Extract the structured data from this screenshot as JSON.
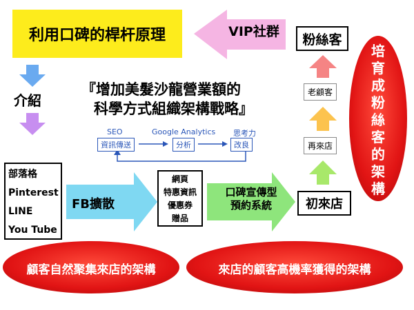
{
  "leverage_box": {
    "label": "利用口碑的桿杆原理"
  },
  "vip_arrow": {
    "label": "VIP社群"
  },
  "fans_box": {
    "label": "粉絲客"
  },
  "intro_label": "介紹",
  "headline": {
    "line1": "『增加美髮沙龍營業額的",
    "line2": "科學方式組織架構戰略』"
  },
  "flow": {
    "labels": [
      "SEO",
      "Google Analytics",
      "思考力"
    ],
    "boxes": [
      "資訊傳送",
      "分析",
      "改良"
    ]
  },
  "ladder": {
    "regular": "老顧客",
    "returning": "再來店"
  },
  "channels": {
    "items": [
      "部落格",
      "Pinterest",
      "LINE",
      "You Tube"
    ]
  },
  "fb_arrow": {
    "label": "FB擴散"
  },
  "offers": {
    "items": [
      "網頁",
      "特惠資訊",
      "優惠券",
      "贈品"
    ]
  },
  "wom_arrow": {
    "line1": "口碑宣傳型",
    "line2": "預約系統"
  },
  "first_visit": {
    "label": "初來店"
  },
  "oval_left": {
    "label": "顧客自然聚集來店的架構"
  },
  "oval_right": {
    "label": "來店的顧客高機率獲得的架構"
  },
  "oval_vertical": {
    "chars": [
      "培",
      "育",
      "成",
      "粉",
      "絲",
      "客",
      "的",
      "架",
      "構"
    ]
  },
  "colors": {
    "yellow": "#fdec1c",
    "pink": "#f5b5e3",
    "blue": "#6aaaf0",
    "purple": "#c78ef0",
    "cyan": "#7fd8f2",
    "green": "#8ee57c",
    "red": "#e11414",
    "orange": "#fcc34e",
    "salmon": "#f58484",
    "lightgreen": "#a8e86a",
    "flowblue": "#2a56b8"
  }
}
